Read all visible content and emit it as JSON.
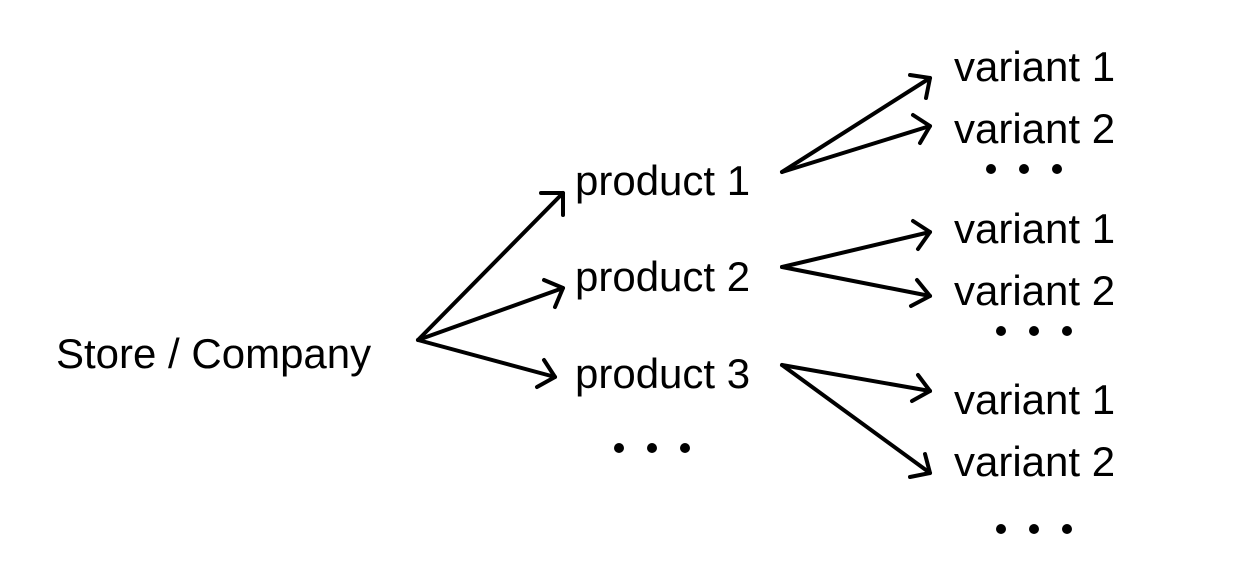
{
  "root": {
    "label": "Store / Company"
  },
  "products": [
    {
      "label": "product 1",
      "variants": [
        "variant 1",
        "variant 2"
      ]
    },
    {
      "label": "product 2",
      "variants": [
        "variant 1",
        "variant 2"
      ]
    },
    {
      "label": "product 3",
      "variants": [
        "variant 1",
        "variant 2"
      ]
    }
  ],
  "colors": {
    "ink": "#000000",
    "background": "#ffffff"
  }
}
